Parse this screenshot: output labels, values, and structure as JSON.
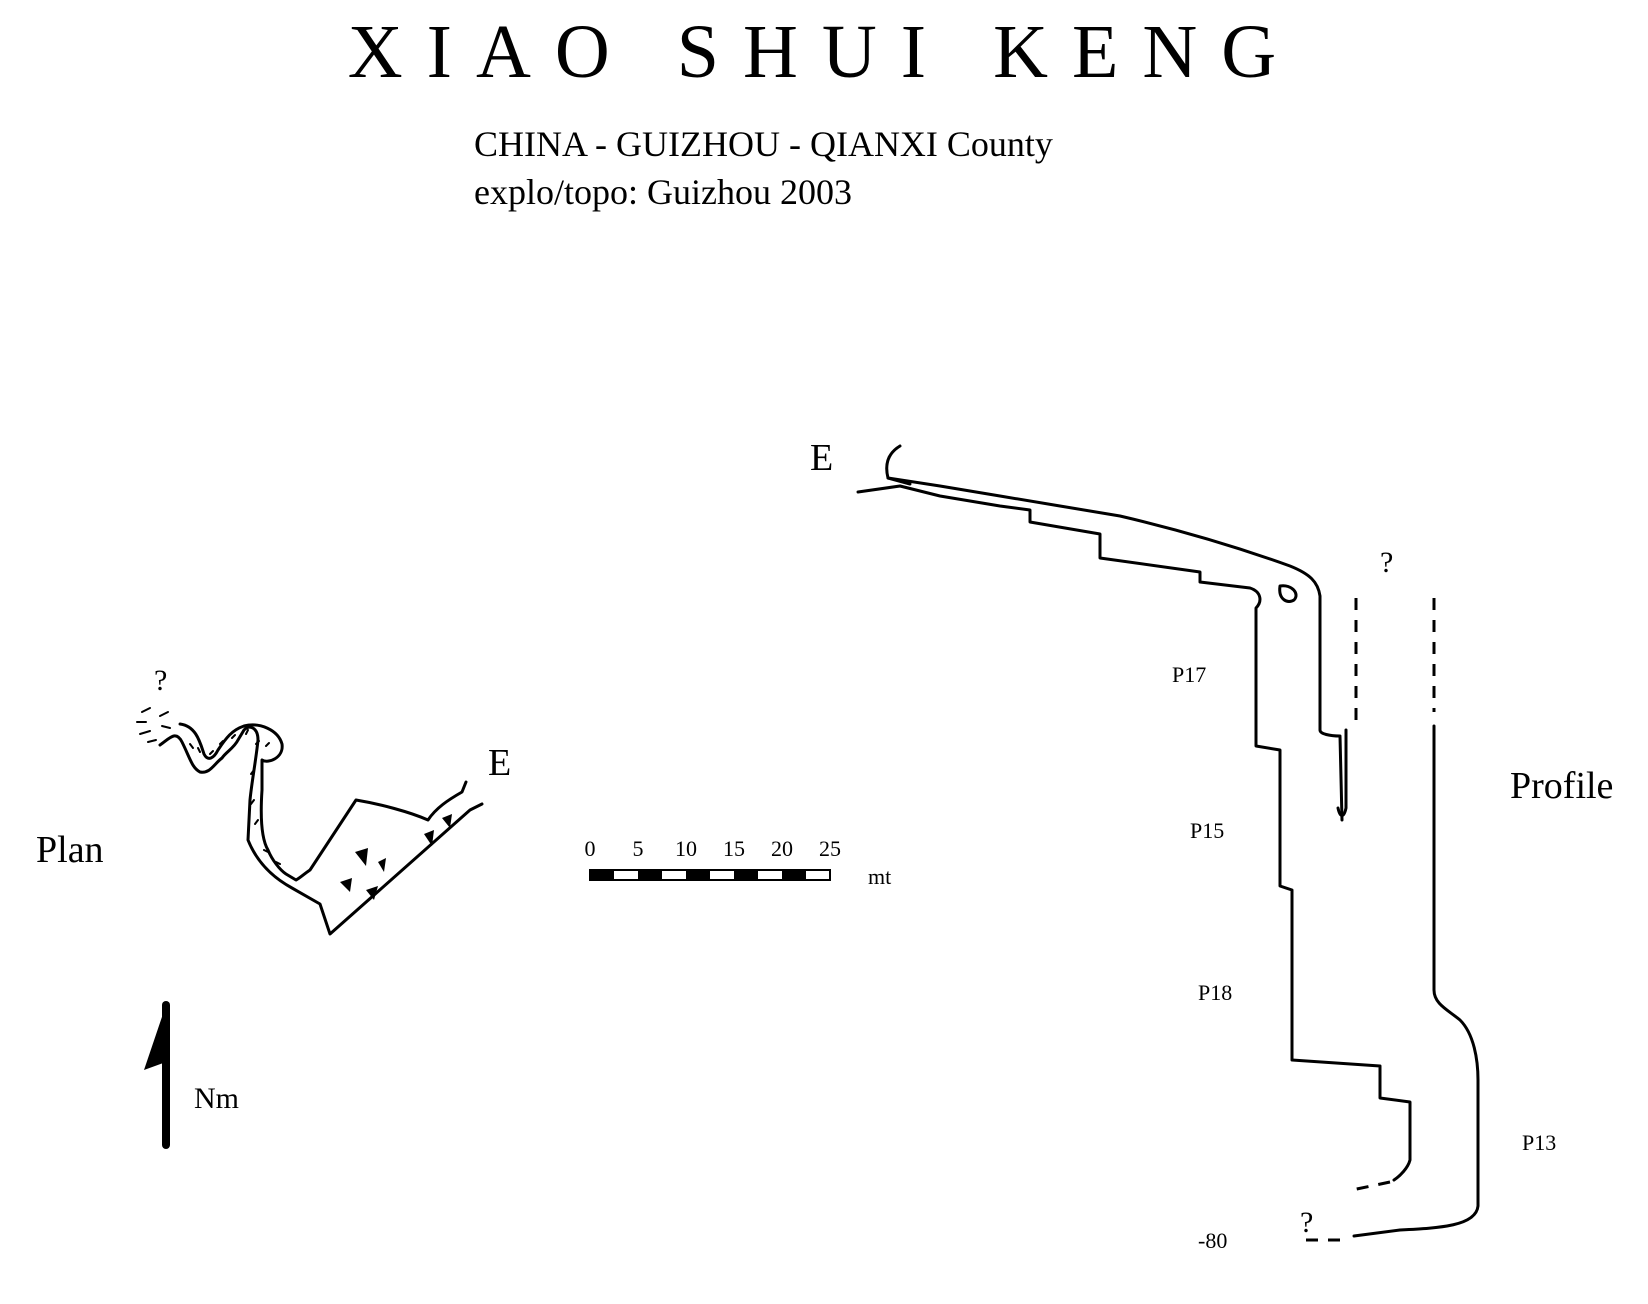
{
  "header": {
    "title": "XIAO SHUI KENG",
    "location": "CHINA - GUIZHOU - QIANXI  County",
    "credits": "explo/topo: Guizhou 2003"
  },
  "plan": {
    "label": "Plan",
    "entrance_label": "E",
    "unknown_label": "?",
    "north_label": "Nm"
  },
  "scale_bar": {
    "ticks": [
      "0",
      "5",
      "10",
      "15",
      "20",
      "25"
    ],
    "unit": "mt"
  },
  "profile": {
    "label": "Profile",
    "entrance_label": "E",
    "unknown_top": "?",
    "unknown_bottom": "?",
    "pitches": [
      "P17",
      "P15",
      "P18",
      "P13"
    ],
    "depth": "-80"
  }
}
